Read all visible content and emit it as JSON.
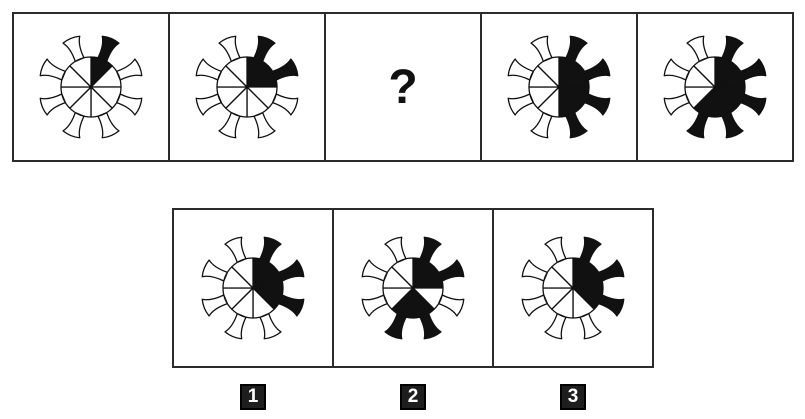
{
  "sequence": [
    {
      "kind": "figure",
      "filled": [
        0
      ]
    },
    {
      "kind": "figure",
      "filled": [
        0,
        1
      ]
    },
    {
      "kind": "question",
      "text": "?"
    },
    {
      "kind": "figure",
      "filled": [
        0,
        1,
        2,
        3
      ]
    },
    {
      "kind": "figure",
      "filled": [
        0,
        1,
        2,
        3,
        4
      ]
    }
  ],
  "answers": [
    {
      "label": "1",
      "filled": [
        0,
        1,
        2
      ]
    },
    {
      "label": "2",
      "filled": [
        0,
        1,
        3,
        4
      ]
    },
    {
      "label": "3",
      "filled": [
        0,
        1,
        2
      ]
    }
  ],
  "colors": {
    "ink": "#111111",
    "fill": "#111111",
    "background": "#ffffff"
  }
}
